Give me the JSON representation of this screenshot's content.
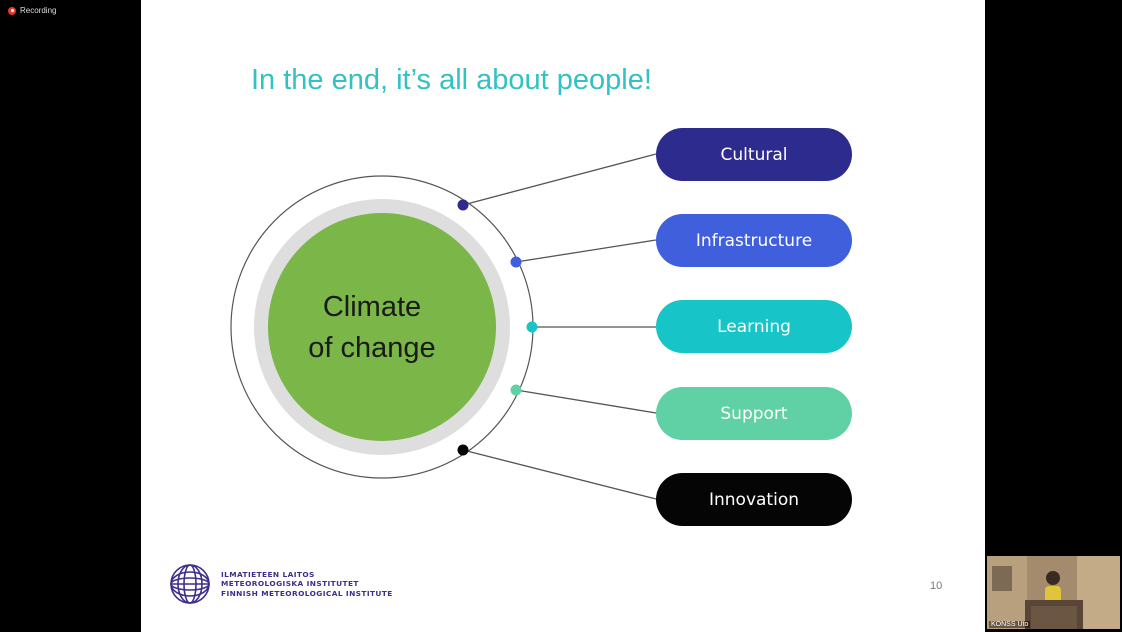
{
  "recording": {
    "label": "Recording"
  },
  "slide": {
    "title": "In the end, it’s all about people!",
    "center": {
      "line1": "Climate",
      "line2": "of change"
    },
    "items": [
      {
        "label": "Cultural",
        "color": "#2e2b8f"
      },
      {
        "label": "Infrastructure",
        "color": "#3f5fdc"
      },
      {
        "label": "Learning",
        "color": "#17c4c8"
      },
      {
        "label": "Support",
        "color": "#5fd1a4"
      },
      {
        "label": "Innovation",
        "color": "#050505"
      }
    ],
    "footer": {
      "line1": "ILMATIETEEN LAITOS",
      "line2": "METEOROLOGISKA INSTITUTET",
      "line3": "FINNISH METEOROLOGICAL INSTITUTE"
    },
    "page_number": "10"
  },
  "video": {
    "participant_name": "KONSS Uto"
  },
  "colors": {
    "title": "#32c1c4",
    "center_circle": "#7ab648",
    "logo": "#3d2f8b"
  }
}
